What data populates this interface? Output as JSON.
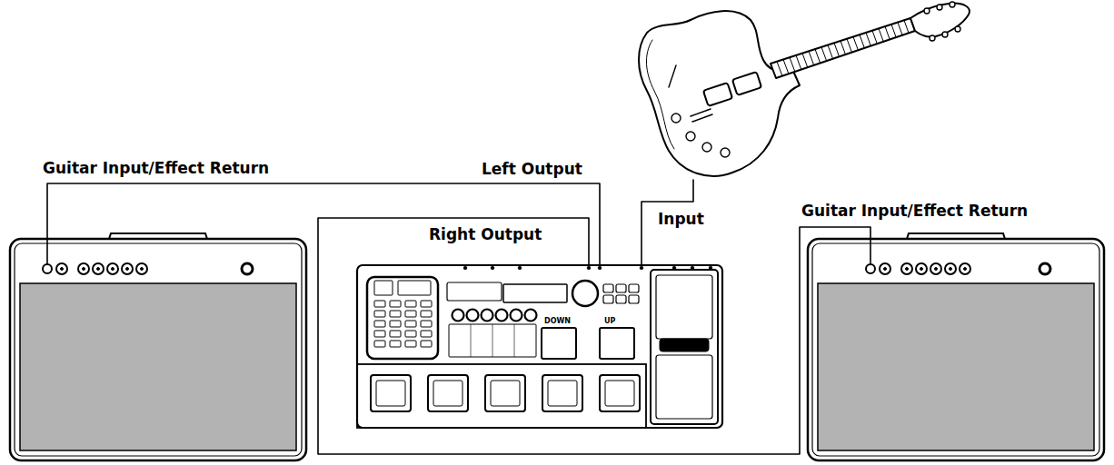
{
  "diagram": {
    "nodes": [
      {
        "text": [
          "Guitar Input/Effect Return"
        ]
      },
      {
        "text": [
          "DOWN",
          "UP"
        ]
      },
      {
        "text": [
          "Guitar Input/Effect Return"
        ]
      }
    ],
    "edges": [
      {
        "from": 1,
        "to": 0,
        "arrow": "none",
        "label": "Left Output"
      },
      {
        "from": 1,
        "to": 2,
        "arrow": "none",
        "label": "Right Output"
      }
    ],
    "labels": [
      "Input"
    ]
  }
}
